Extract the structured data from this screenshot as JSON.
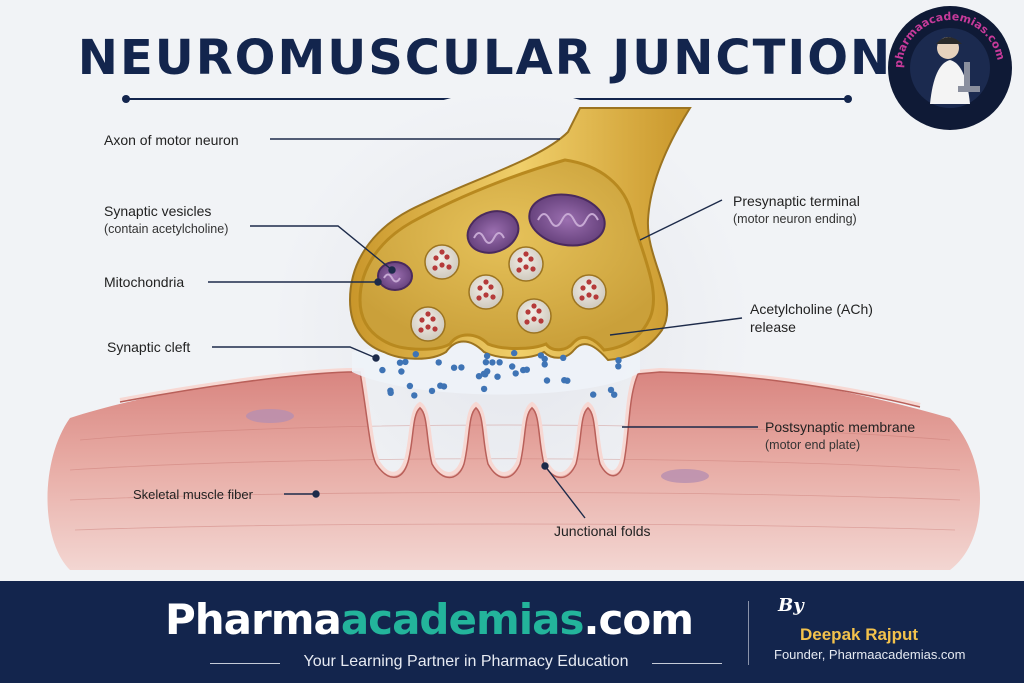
{
  "title": "NEUROMUSCULAR JUNCTION",
  "labels": {
    "axon": "Axon of motor neuron",
    "vesicles": "Synaptic vesicles",
    "vesicles_sub": "(contain acetylcholine)",
    "mitochondria": "Mitochondria",
    "cleft": "Synaptic cleft",
    "presynaptic": "Presynaptic terminal",
    "presynaptic_sub": "(motor neuron ending)",
    "ach": "Acetylcholine (ACh)",
    "ach_sub": "release",
    "postsynaptic": "Postsynaptic membrane",
    "postsynaptic_sub": "(motor end plate)",
    "skeletal": "Skeletal muscle fiber",
    "folds": "Junctional folds"
  },
  "logo_text": "pharmaacademias.com",
  "footer": {
    "brand_part1": "Pharma",
    "brand_part2": "academias",
    "brand_part3": ".com",
    "tagline": "Your Learning Partner in Pharmacy Education",
    "by": "By",
    "author": "Deepak Rajput",
    "author_role": "Founder, Pharmaacademias.com"
  },
  "colors": {
    "navy": "#13254d",
    "brand_green": "#23b49b",
    "author_gold": "#f3c24c",
    "neuron_gold": "#e2b43e",
    "muscle": "#d9918c",
    "mitochondria": "#7a4c8e",
    "ach_dot": "#3f74b5"
  }
}
